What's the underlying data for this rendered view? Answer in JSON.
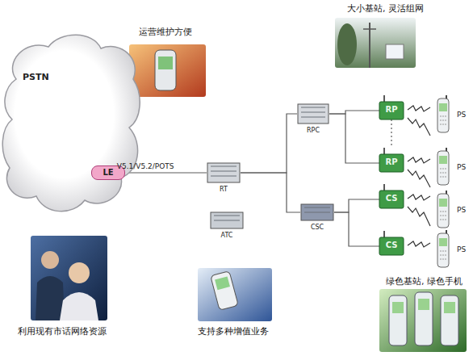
{
  "diagram": {
    "nodes": [
      {
        "text": [
          "PSTN"
        ]
      },
      {
        "text": [
          "LE"
        ],
        "in": 0
      },
      {
        "text": [
          "RT"
        ]
      },
      {
        "text": [
          "ATC"
        ]
      },
      {
        "text": [
          "RPC"
        ]
      },
      {
        "text": [
          "RP"
        ]
      },
      {
        "text": [
          "RP"
        ]
      },
      {
        "text": [
          "CSC"
        ]
      },
      {
        "text": [
          "CS"
        ]
      },
      {
        "text": [
          "CS"
        ]
      },
      {
        "text": [
          "PS"
        ]
      },
      {
        "text": [
          "PS"
        ]
      },
      {
        "text": [
          "PS"
        ]
      },
      {
        "text": [
          "PS"
        ]
      }
    ],
    "edges": [
      {
        "from": 1,
        "to": 2,
        "label": "V5.1/V5.2/POTS",
        "arrow": "none"
      },
      {
        "from": 2,
        "to": 4,
        "arrow": "none"
      },
      {
        "from": 2,
        "to": 7,
        "arrow": "none"
      },
      {
        "from": 4,
        "to": 5,
        "arrow": "none"
      },
      {
        "from": 4,
        "to": 6,
        "arrow": "none"
      },
      {
        "from": 7,
        "to": 8,
        "arrow": "none"
      },
      {
        "from": 7,
        "to": 9,
        "arrow": "none"
      },
      {
        "from": 5,
        "to": 6,
        "arrow": "none"
      }
    ],
    "labels": [
      "运营维护方便",
      "大小基站, 灵活组网",
      "利用现有市话网络资源",
      "支持多种增值业务",
      "绿色基站, 绿色手机"
    ]
  }
}
